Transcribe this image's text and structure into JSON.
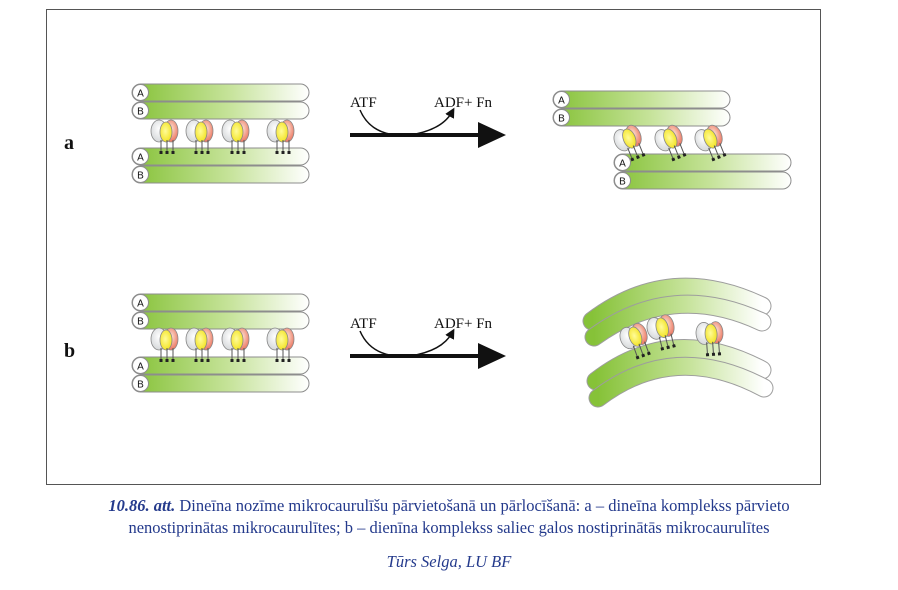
{
  "panels": {
    "a": {
      "label": "a"
    },
    "b": {
      "label": "b"
    }
  },
  "tubes": {
    "a_label": "A",
    "b_label": "B"
  },
  "reaction": {
    "reactant": "ATF",
    "products": "ADF+ Fn"
  },
  "caption": {
    "number": "10.86.",
    "att": "att.",
    "line1": "Dineīna nozīme mikrocaurulīšu pārvietošanā un pārlocīšanā: a – dineīna komplekss pārvieto",
    "line2": "nenostiprinātas mikrocaurulītes; b – dienīna komplekss saliec galos nostiprinātās mikrocaurulītes"
  },
  "author": "Tūrs Selga, LU BF",
  "colors": {
    "tube_green": "#8cc63f",
    "tube_fade": "#ffffff",
    "caption_blue": "#243a8c",
    "dynein_yellow": "#fff23a",
    "dynein_red": "#e8573e"
  }
}
